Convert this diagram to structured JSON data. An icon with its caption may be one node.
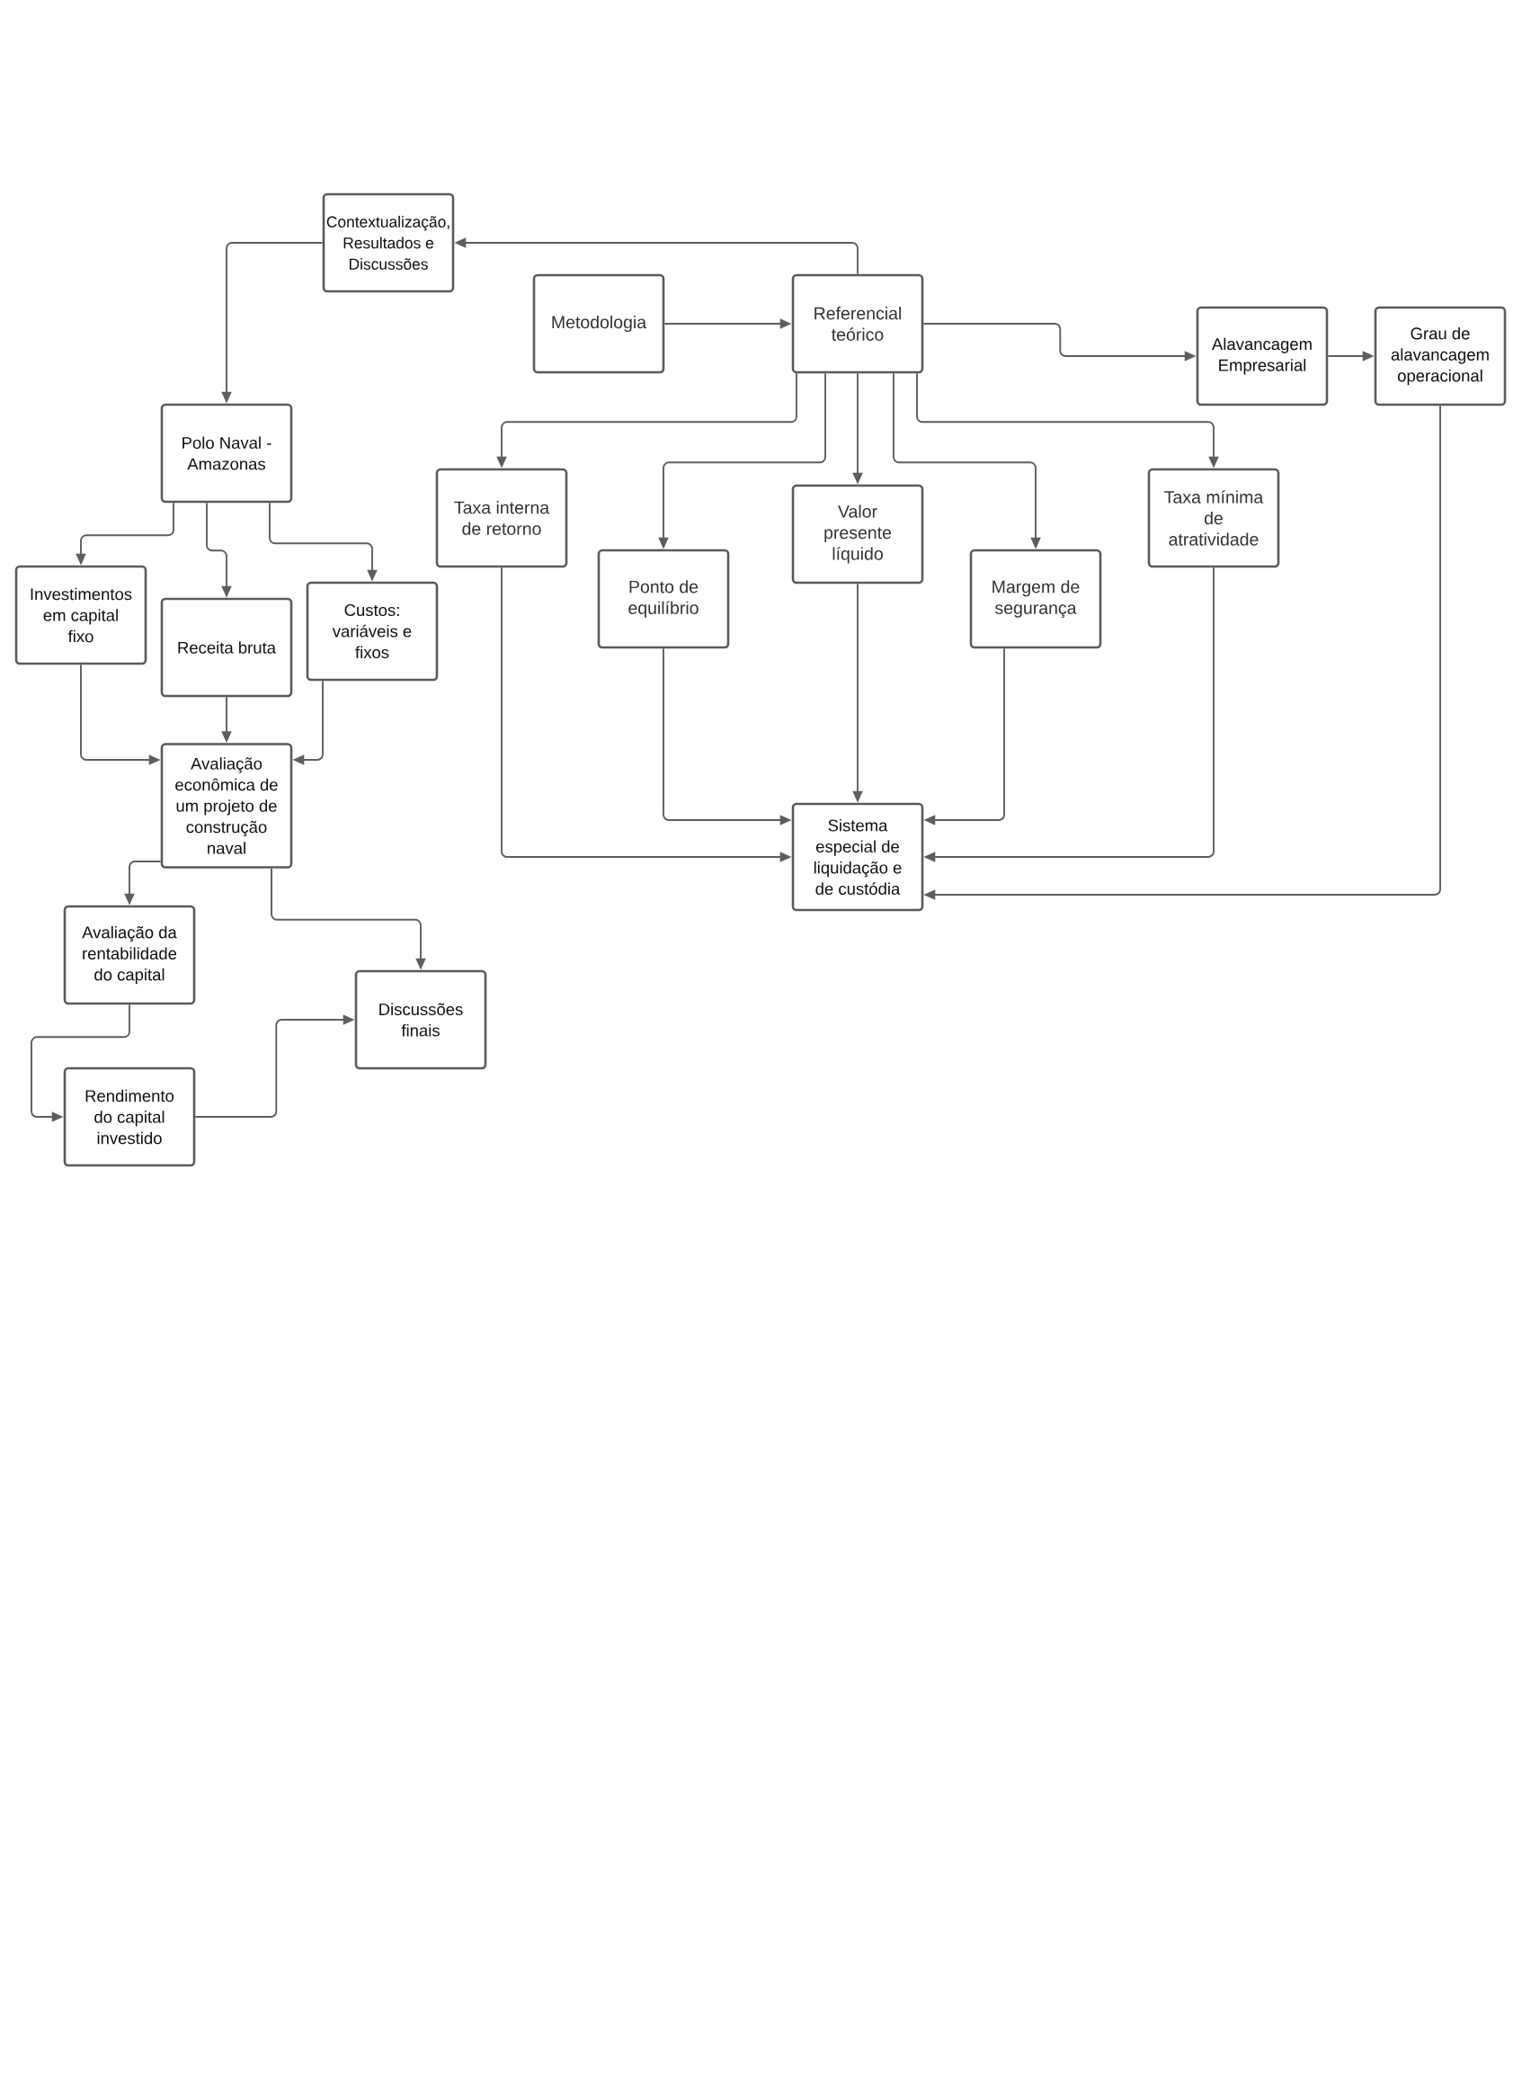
{
  "diagram": {
    "nodes": [
      {
        "text": [
          "Contextualização, Resultados e Discussões"
        ]
      },
      {
        "text": [
          "Metodologia"
        ]
      },
      {
        "text": [
          "Referencial teórico"
        ]
      },
      {
        "text": [
          "Alavancagem Empresarial"
        ]
      },
      {
        "text": [
          "Grau de alavancagem operacional"
        ]
      },
      {
        "text": [
          "Polo Naval - Amazonas"
        ]
      },
      {
        "text": [
          "Taxa interna de retorno"
        ]
      },
      {
        "text": [
          "Valor presente líquido"
        ]
      },
      {
        "text": [
          "Taxa mínima de atratividade"
        ]
      },
      {
        "text": [
          "Investimentos em capital fixo"
        ]
      },
      {
        "text": [
          "Receita bruta"
        ]
      },
      {
        "text": [
          "Custos: variáveis e fixos"
        ]
      },
      {
        "text": [
          "Ponto de equilíbrio"
        ]
      },
      {
        "text": [
          "Margem de segurança"
        ]
      },
      {
        "text": [
          "Avaliação econômica de um projeto de construção naval"
        ]
      },
      {
        "text": [
          "Sistema especial de liquidação e de custódia"
        ]
      },
      {
        "text": [
          "Avaliação da rentabilidade do capital"
        ]
      },
      {
        "text": [
          "Discussões finais"
        ]
      },
      {
        "text": [
          "Rendimento do capital investido"
        ]
      }
    ],
    "edges": [
      {
        "from": 2,
        "to": 0,
        "arrow": "to"
      },
      {
        "from": 0,
        "to": 5,
        "arrow": "to"
      },
      {
        "from": 1,
        "to": 2,
        "arrow": "to"
      },
      {
        "from": 2,
        "to": 3,
        "arrow": "to"
      },
      {
        "from": 3,
        "to": 4,
        "arrow": "to"
      },
      {
        "from": 2,
        "to": 6,
        "arrow": "to"
      },
      {
        "from": 2,
        "to": 12,
        "arrow": "to"
      },
      {
        "from": 2,
        "to": 7,
        "arrow": "to"
      },
      {
        "from": 2,
        "to": 13,
        "arrow": "to"
      },
      {
        "from": 2,
        "to": 8,
        "arrow": "to"
      },
      {
        "from": 5,
        "to": 9,
        "arrow": "to"
      },
      {
        "from": 5,
        "to": 10,
        "arrow": "to"
      },
      {
        "from": 5,
        "to": 11,
        "arrow": "to"
      },
      {
        "from": 9,
        "to": 14,
        "arrow": "to"
      },
      {
        "from": 10,
        "to": 14,
        "arrow": "to"
      },
      {
        "from": 11,
        "to": 14,
        "arrow": "to"
      },
      {
        "from": 14,
        "to": 16,
        "arrow": "to"
      },
      {
        "from": 14,
        "to": 17,
        "arrow": "to"
      },
      {
        "from": 16,
        "to": 18,
        "arrow": "to"
      },
      {
        "from": 18,
        "to": 17,
        "arrow": "to"
      },
      {
        "from": 6,
        "to": 15,
        "arrow": "to"
      },
      {
        "from": 12,
        "to": 15,
        "arrow": "to"
      },
      {
        "from": 7,
        "to": 15,
        "arrow": "to"
      },
      {
        "from": 13,
        "to": 15,
        "arrow": "to"
      },
      {
        "from": 8,
        "to": 15,
        "arrow": "to"
      },
      {
        "from": 4,
        "to": 15,
        "arrow": "to"
      }
    ]
  }
}
